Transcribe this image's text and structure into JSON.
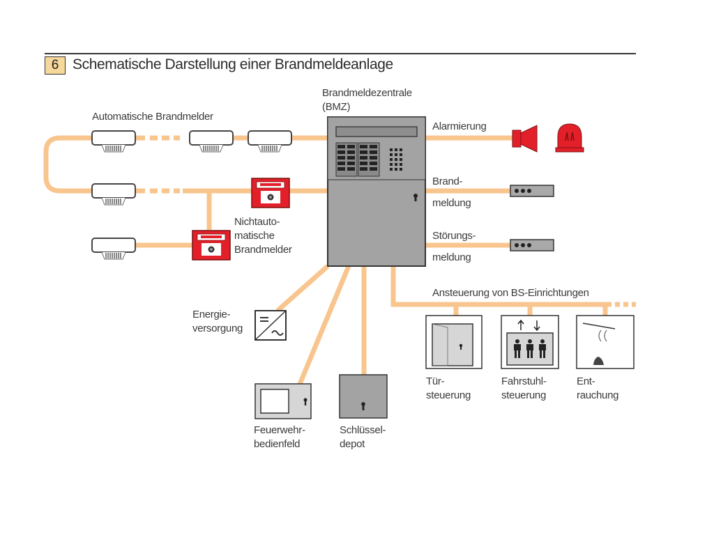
{
  "figure": {
    "number": "6",
    "title": "Schematische Darstellung einer Brandmeldeanlage"
  },
  "labels": {
    "bmz_line1": "Brandmeldezentrale",
    "bmz_line2": "(BMZ)",
    "auto_detectors": "Automatische Brandmelder",
    "manual_line1": "Nichtauto-",
    "manual_line2": "matische",
    "manual_line3": "Brandmelder",
    "alarm": "Alarmierung",
    "fire_line1": "Brand-",
    "fire_line2": "meldung",
    "fault_line1": "Störungs-",
    "fault_line2": "meldung",
    "bs_control": "Ansteuerung von BS-Einrichtungen",
    "power_line1": "Energie-",
    "power_line2": "versorgung",
    "fw_line1": "Feuerwehr-",
    "fw_line2": "bedienfeld",
    "key_line1": "Schlüssel-",
    "key_line2": "depot",
    "door_line1": "Tür-",
    "door_line2": "steuerung",
    "lift_line1": "Fahrstuhl-",
    "lift_line2": "steuerung",
    "smoke_line1": "Ent-",
    "smoke_line2": "rauchung"
  },
  "colors": {
    "line": "#f9c58e",
    "panel": "#a3a3a3",
    "red": "#e3202a",
    "outline": "#444444"
  },
  "icons": {
    "siren": "siren-horn-icon",
    "beacon": "red-beacon-icon",
    "manual_call_point": "manual-call-point-icon",
    "detector": "smoke-detector-icon",
    "power": "power-supply-icon",
    "door": "door-icon",
    "elevator": "elevator-icon",
    "smoke_vent": "smoke-extraction-icon",
    "relay": "relay-module-icon",
    "key_depot": "key-depot-icon",
    "fire_panel": "fire-brigade-panel-icon"
  }
}
